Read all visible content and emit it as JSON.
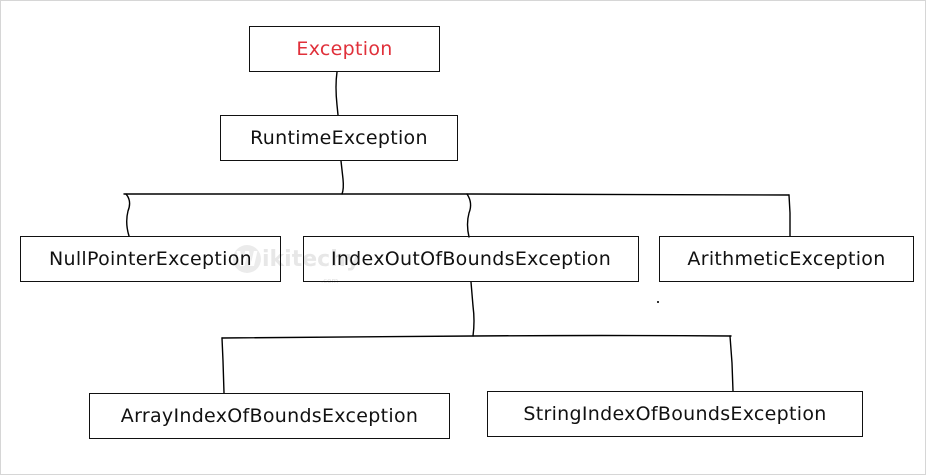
{
  "diagram": {
    "nodes": {
      "exception": "Exception",
      "runtime_exception": "RuntimeException",
      "null_pointer_exception": "NullPointerException",
      "index_out_of_bounds_exception": "IndexOutOfBoundsException",
      "arithmetic_exception": "ArithmeticException",
      "array_index_of_bounds_exception": "ArrayIndexOfBoundsException",
      "string_index_of_bounds_exception": "StringIndexOfBoundsException"
    },
    "edges": [
      [
        "exception",
        "runtime_exception"
      ],
      [
        "runtime_exception",
        "null_pointer_exception"
      ],
      [
        "runtime_exception",
        "index_out_of_bounds_exception"
      ],
      [
        "runtime_exception",
        "arithmetic_exception"
      ],
      [
        "index_out_of_bounds_exception",
        "array_index_of_bounds_exception"
      ],
      [
        "index_out_of_bounds_exception",
        "string_index_of_bounds_exception"
      ]
    ],
    "colors": {
      "root_text": "#e0303a",
      "text": "#111111",
      "line": "#000000"
    }
  },
  "watermark": {
    "mark": "W",
    "text": "ikitechy",
    "sub": ".com"
  }
}
